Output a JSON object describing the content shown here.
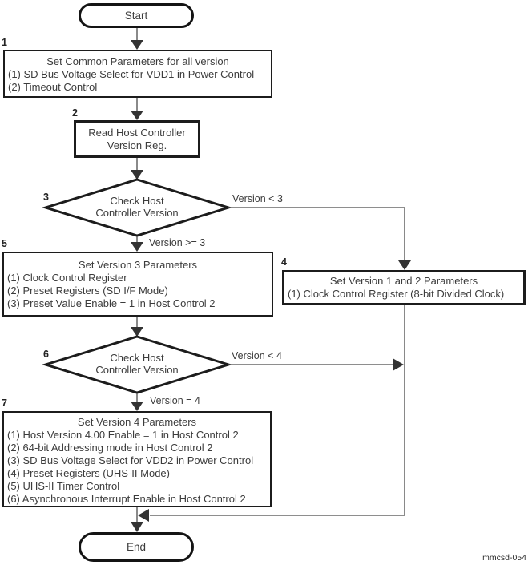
{
  "figure_label": "mmcsd-054",
  "colors": {
    "background": "#ffffff",
    "border": "#1c1c1c",
    "connector": "#4a4a4a",
    "arrowhead": "#333333",
    "text": "#3c3c3c"
  },
  "nodes": {
    "start": {
      "label": "Start"
    },
    "box1": {
      "num": "1",
      "title": "Set Common Parameters for all version",
      "items": [
        "(1) SD Bus Voltage Select for VDD1 in Power Control",
        "(2) Timeout Control"
      ]
    },
    "box2": {
      "num": "2",
      "lines": [
        "Read Host Controller",
        "Version Reg."
      ]
    },
    "diamond3": {
      "num": "3",
      "lines": [
        "Check Host",
        "Controller Version"
      ]
    },
    "box5": {
      "num": "5",
      "title": "Set Version 3 Parameters",
      "items": [
        "(1) Clock Control Register",
        "(2) Preset Registers (SD I/F Mode)",
        "(3) Preset Value Enable = 1 in Host Control 2"
      ]
    },
    "box4": {
      "num": "4",
      "title": "Set Version 1 and 2 Parameters",
      "items": [
        "(1) Clock Control Register (8-bit Divided Clock)"
      ]
    },
    "diamond6": {
      "num": "6",
      "lines": [
        "Check Host",
        "Controller Version"
      ]
    },
    "box7": {
      "num": "7",
      "title": "Set Version 4 Parameters",
      "items": [
        "(1) Host Version 4.00 Enable = 1 in Host Control 2",
        "(2) 64-bit Addressing mode in Host Control 2",
        "(3) SD Bus Voltage Select for VDD2 in Power Control",
        "(4) Preset Registers (UHS-II Mode)",
        "(5) UHS-II Timer Control",
        "(6) Asynchronous Interrupt Enable in Host Control 2"
      ]
    },
    "end": {
      "label": "End"
    }
  },
  "edges": {
    "d3_right": "Version < 3",
    "d3_down": "Version >= 3",
    "d6_right": "Version < 4",
    "d6_down": "Version = 4"
  }
}
